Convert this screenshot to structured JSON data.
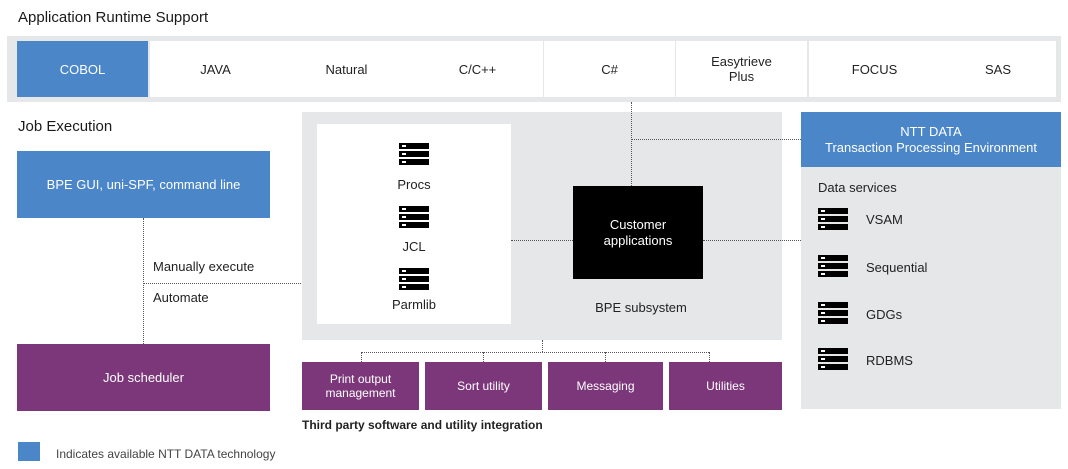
{
  "runtime": {
    "title": "Application Runtime Support",
    "languages": [
      {
        "label": "COBOL",
        "active": true
      },
      {
        "label": "JAVA",
        "active": false
      },
      {
        "label": "Natural",
        "active": false
      },
      {
        "label": "C/C++",
        "active": false
      },
      {
        "label": "C#",
        "active": false
      },
      {
        "label": "Easytrieve Plus",
        "active": false
      },
      {
        "label": "FOCUS",
        "active": false
      },
      {
        "label": "SAS",
        "active": false
      }
    ]
  },
  "job_execution": {
    "title": "Job Execution",
    "gui_box": "BPE GUI, uni-SPF, command line",
    "manual_label": "Manually execute",
    "automate_label": "Automate",
    "scheduler_box": "Job scheduler"
  },
  "bpe": {
    "items": [
      "Procs",
      "JCL",
      "Parmlib"
    ],
    "customer_apps": "Customer applications",
    "subsystem_label": "BPE subsystem"
  },
  "ntt": {
    "header_line1": "NTT DATA",
    "header_line2": "Transaction Processing Environment",
    "data_services_title": "Data services",
    "services": [
      "VSAM",
      "Sequential",
      "GDGs",
      "RDBMS"
    ]
  },
  "third_party": {
    "boxes": [
      "Print output management",
      "Sort utility",
      "Messaging",
      "Utilities"
    ],
    "caption": "Third party software and utility integration"
  },
  "legend": {
    "text": "Indicates available NTT DATA technology"
  },
  "colors": {
    "ntt_blue": "#4a86c8",
    "purple": "#7b3779",
    "panel_grey": "#e6e7e8",
    "black": "#000000"
  }
}
